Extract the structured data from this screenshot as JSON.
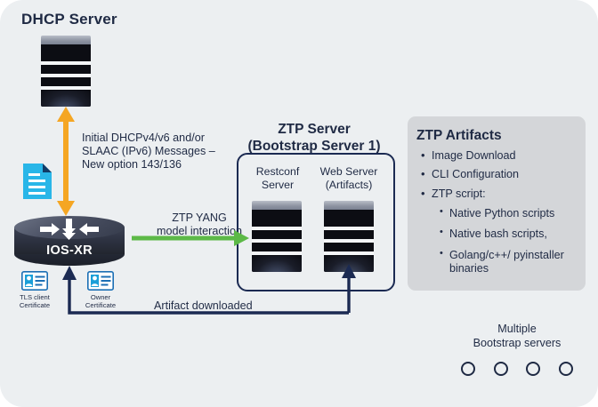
{
  "diagram": {
    "dhcp_title": "DHCP Server",
    "ztp_server_title_line1": "ZTP Server",
    "ztp_server_title_line2": "(Bootstrap Server 1)",
    "restconf_label_line1": "Restconf",
    "restconf_label_line2": "Server",
    "webserver_label_line1": "Web Server",
    "webserver_label_line2": "(Artifacts)",
    "router_label": "IOS-XR",
    "dhcp_message_text": "Initial DHCPv4/v6 and/or SLAAC (IPv6) Messages – New option 143/136",
    "yang_label_line1": "ZTP YANG",
    "yang_label_line2": "model interaction",
    "artifact_downloaded_label": "Artifact downloaded",
    "tls_cert_line1": "TLS client",
    "tls_cert_line2": "Certificate",
    "owner_cert_line1": "Owner",
    "owner_cert_line2": "Certificate",
    "multiple_line1": "Multiple",
    "multiple_line2": "Bootstrap servers",
    "bootstrap_server_count": 4
  },
  "artifacts": {
    "title": "ZTP Artifacts",
    "items": [
      "Image Download",
      "CLI Configuration",
      "ZTP script:"
    ],
    "sub_items": [
      "Native Python scripts",
      "Native bash scripts,",
      "Golang/c++/ pyinstaller binaries"
    ]
  },
  "colors": {
    "background": "#eceff1",
    "card_background": "#d4d6d9",
    "text": "#1f2a44",
    "navy_border": "#1b2a52",
    "orange_arrow": "#f5a623",
    "green_arrow": "#5cb947",
    "navy_arrow": "#1b2a52",
    "doc_icon": "#29b6e8"
  }
}
